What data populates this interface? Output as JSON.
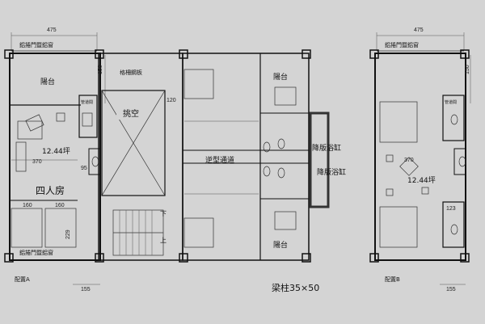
{
  "colors": {
    "background": "#d4d4d4",
    "line": "#111111",
    "thick_wall": "#333333"
  },
  "plan_a": {
    "dim_top": "475",
    "window_note": "鋁捲門暨鋁窗",
    "balcony": "陽台",
    "area": "12.44坪",
    "room_name": "四人房",
    "dim_370": "370",
    "dim_95": "95",
    "dim_150": "150",
    "dim_160_a": "160",
    "dim_160_b": "160",
    "dim_229": "229",
    "dim_155": "155",
    "pipe_label": "管道間",
    "caption": "配置A"
  },
  "middle": {
    "floor_note": "格柵鋼板",
    "void": "挑空",
    "dim_120": "120",
    "corridor": "逆型通道",
    "stair_down": "下",
    "stair_up": "上",
    "balcony_top": "陽台",
    "balcony_bottom": "陽台",
    "bath_top": "降版浴缸",
    "bath_bottom": "降版浴缸",
    "beam_note": "梁柱35×50"
  },
  "plan_b": {
    "dim_top": "475",
    "window_note": "鋁捲門暨鋁窗",
    "area": "12.44坪",
    "dim_370": "370",
    "dim_150": "150",
    "dim_123": "123",
    "dim_155": "155",
    "pipe_label": "管道間",
    "caption": "配置B"
  }
}
